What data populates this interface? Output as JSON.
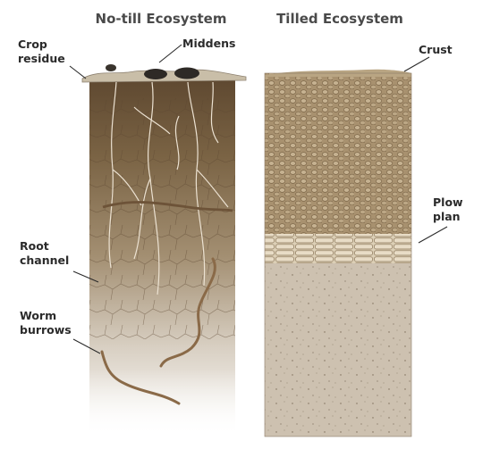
{
  "titles": {
    "no_till": "No-till Ecosystem",
    "tilled": "Tilled Ecosystem"
  },
  "labels": {
    "crop_line1": "Crop",
    "crop_line2": "residue",
    "middens": "Middens",
    "crust": "Crust",
    "plow_line1": "Plow",
    "plow_line2": "plan",
    "root_line1": "Root",
    "root_line2": "channel",
    "worm_line1": "Worm",
    "worm_line2": "burrows"
  },
  "colors": {
    "notill_top": "#6a5234",
    "notill_mid": "#9a8566",
    "notill_bottom": "#ffffff",
    "crust": "#a89272",
    "plow_layer": "#d9cbb2",
    "tilled_lower": "#cbbfae",
    "worm": "#8a6a48",
    "root": "#e6dccb"
  }
}
